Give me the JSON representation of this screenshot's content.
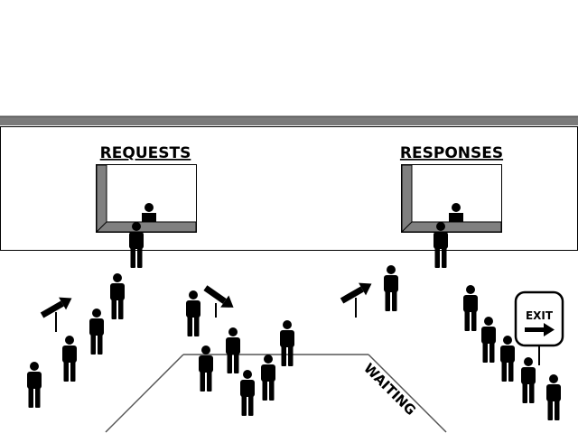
{
  "counters": {
    "requests_label": "REQUESTS",
    "responses_label": "RESPONSES"
  },
  "floor": {
    "waiting_label": "WAITING"
  },
  "exit_sign": {
    "label": "EXIT",
    "icon": "right-arrow-icon"
  },
  "colors": {
    "figure": "#000000",
    "roof": "#7a7a7a",
    "wall_shade": "#808080",
    "outline": "#000000",
    "background": "#ffffff"
  },
  "icons": [
    "person-icon",
    "direction-arrow-sign-icon",
    "right-arrow-icon"
  ]
}
